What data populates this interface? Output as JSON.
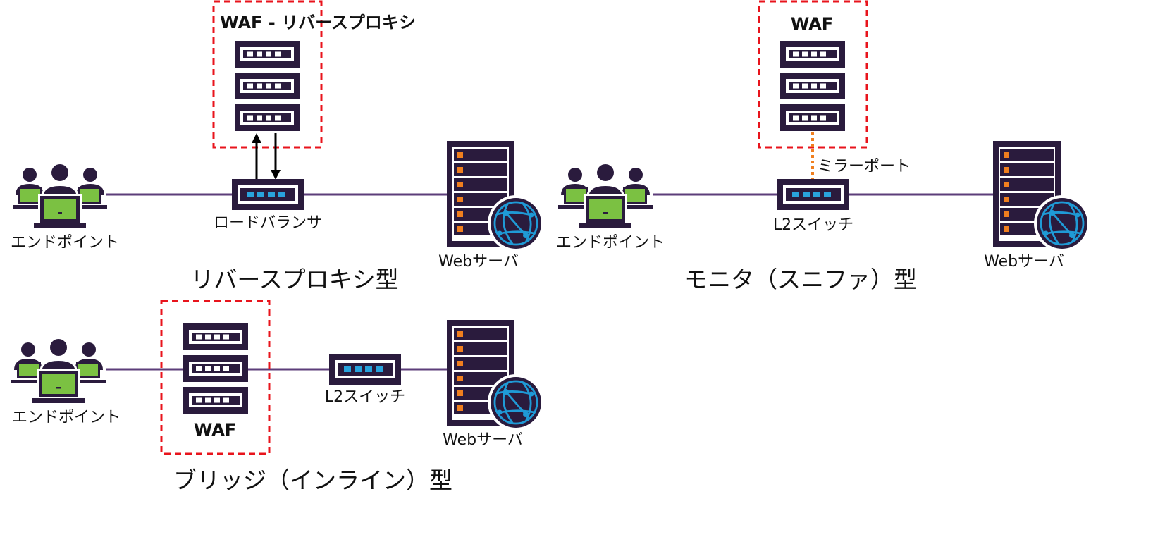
{
  "colors": {
    "device": "#2a1b3d",
    "link": "#5c3d7a",
    "laptop_screen": "#7bc142",
    "server_led": "#f07f1f",
    "globe_ring": "#1f9ad6",
    "switch_port": "#29a3dc",
    "highlight_box": "#e8141c",
    "mirror_link": "#f07f1f"
  },
  "diagrams": {
    "reverse_proxy": {
      "caption": "リバースプロキシ型",
      "waf_label": "WAF - リバースプロキシ",
      "endpoint_label": "エンドポイント",
      "balancer_label": "ロードバランサ",
      "server_label": "Webサーバ"
    },
    "monitor": {
      "caption": "モニタ（スニファ）型",
      "waf_label": "WAF",
      "endpoint_label": "エンドポイント",
      "switch_label": "L2スイッチ",
      "mirror_label": "ミラーポート",
      "server_label": "Webサーバ"
    },
    "bridge": {
      "caption": "ブリッジ（インライン）型",
      "waf_label": "WAF",
      "endpoint_label": "エンドポイント",
      "switch_label": "L2スイッチ",
      "server_label": "Webサーバ"
    }
  }
}
